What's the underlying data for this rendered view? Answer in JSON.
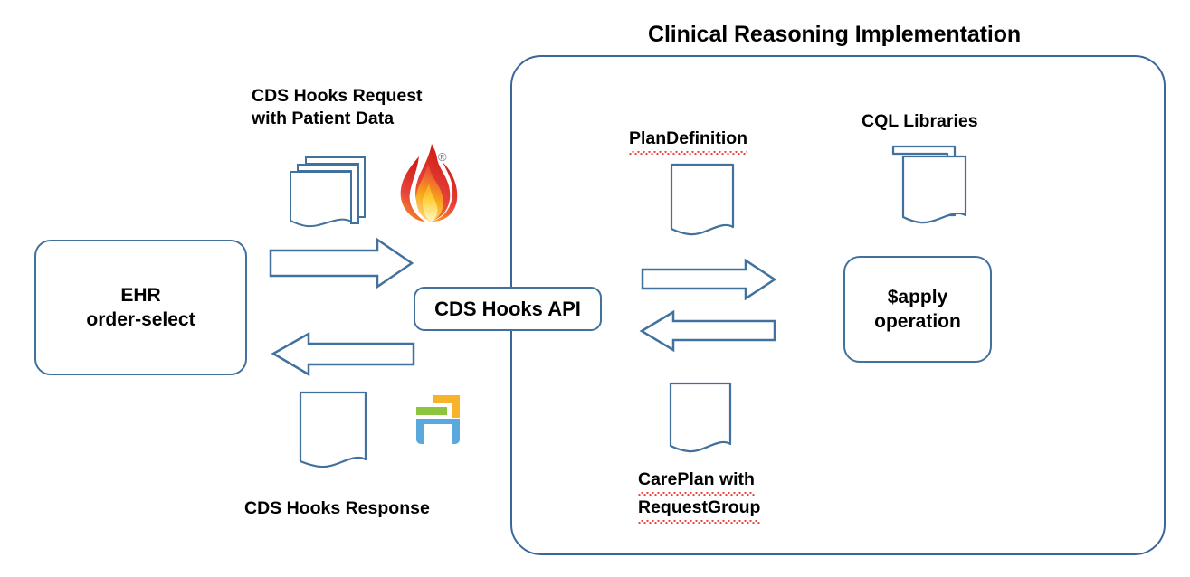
{
  "diagram": {
    "title": "Clinical Reasoning Implementation",
    "colors": {
      "shape_stroke": "#41719C",
      "container_stroke": "#3A6698",
      "text": "#000000",
      "spellcheck_underline": "#E8453C",
      "fhir_flame_red": "#E1251B",
      "fhir_flame_orange": "#F5A623",
      "fhir_flame_yellow": "#FFF2A8",
      "cdshooks_blue": "#5BA9DC",
      "cdshooks_green": "#8CC63E",
      "cdshooks_yellow": "#F7B32B"
    },
    "left": {
      "ehr_box": {
        "line1": "EHR",
        "line2": "order-select"
      },
      "request_label_line1": "CDS Hooks Request",
      "request_label_line2": "with Patient Data",
      "response_label": "CDS Hooks Response",
      "request_docs_icon": "stacked-documents-icon",
      "fhir_logo_icon": "fhir-flame-logo",
      "fhir_registered_mark": "®",
      "response_doc_icon": "document-icon",
      "cdshooks_logo_icon": "cds-hooks-logo",
      "arrow_to_api": "arrow-right",
      "arrow_from_api": "arrow-left"
    },
    "api": {
      "label": "CDS Hooks API"
    },
    "right": {
      "plandefinition_label": "PlanDefinition",
      "plandefinition_doc_icon": "document-icon",
      "cql_label": "CQL Libraries",
      "cql_docs_icon": "stacked-documents-icon",
      "apply_box": {
        "line1": "$apply",
        "line2": "operation"
      },
      "careplan_doc_icon": "document-icon",
      "careplan_label_line1": "CarePlan with",
      "careplan_label_line2": "RequestGroup",
      "arrow_to_apply": "arrow-right",
      "arrow_from_apply": "arrow-left"
    }
  }
}
